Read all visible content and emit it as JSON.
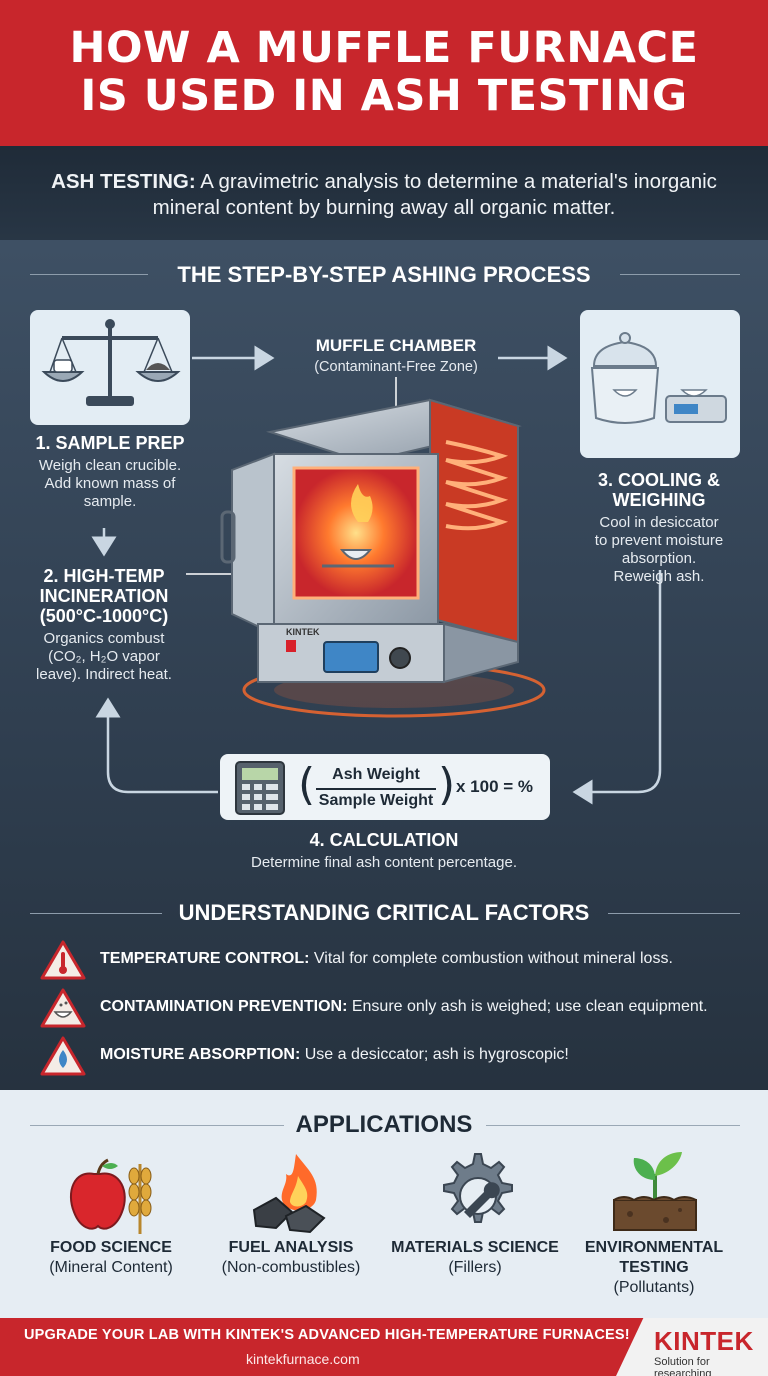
{
  "header": {
    "title_line1": "HOW A MUFFLE FURNACE",
    "title_line2": "IS USED IN ASH TESTING"
  },
  "definition": {
    "term": "ASH TESTING:",
    "text": " A gravimetric analysis to determine a material's inorganic mineral content by burning away all organic matter."
  },
  "process": {
    "title": "THE STEP-BY-STEP ASHING PROCESS",
    "chamber_label": "MUFFLE CHAMBER",
    "chamber_sub": "(Contaminant-Free Zone)",
    "furnace_brand": "KINTEK",
    "steps": [
      {
        "title": "1. SAMPLE PREP",
        "desc_lines": [
          "Weigh clean crucible.",
          "Add known mass of",
          "sample."
        ]
      },
      {
        "title_lines": [
          "2. HIGH-TEMP",
          "INCINERATION",
          "(500°C-1000°C)"
        ],
        "desc_lines": [
          "Organics combust",
          "(CO₂, H₂O vapor",
          "leave). Indirect heat."
        ]
      },
      {
        "title_lines": [
          "3. COOLING &",
          "WEIGHING"
        ],
        "desc_lines": [
          "Cool in desiccator",
          "to prevent moisture",
          "absorption.",
          "Reweigh ash."
        ]
      },
      {
        "title": "4. CALCULATION",
        "desc": "Determine final ash content percentage."
      }
    ],
    "formula": {
      "numerator": "Ash Weight",
      "denominator": "Sample Weight",
      "suffix": "x 100 = %"
    }
  },
  "factors": {
    "title": "UNDERSTANDING CRITICAL FACTORS",
    "items": [
      {
        "label": "TEMPERATURE CONTROL:",
        "text": " Vital for complete combustion without mineral loss.",
        "icon": "thermometer-warning-icon"
      },
      {
        "label": "CONTAMINATION PREVENTION:",
        "text": " Ensure only ash is weighed; use clean equipment.",
        "icon": "crucible-warning-icon"
      },
      {
        "label": "MOISTURE ABSORPTION:",
        "text": " Use a desiccator; ash is hygroscopic!",
        "icon": "droplet-warning-icon"
      }
    ]
  },
  "applications": {
    "title": "APPLICATIONS",
    "items": [
      {
        "title": "FOOD SCIENCE",
        "sub": "(Mineral Content)",
        "icon": "apple-wheat-icon"
      },
      {
        "title": "FUEL ANALYSIS",
        "sub": "(Non-combustibles)",
        "icon": "coal-fire-icon"
      },
      {
        "title": "MATERIALS SCIENCE",
        "sub": "(Fillers)",
        "icon": "gear-wrench-icon"
      },
      {
        "title_lines": [
          "ENVIRONMENTAL",
          "TESTING"
        ],
        "sub": "(Pollutants)",
        "icon": "soil-sprout-icon"
      }
    ]
  },
  "footer": {
    "cta": "UPGRADE YOUR LAB WITH KINTEK'S ADVANCED HIGH-TEMPERATURE FURNACES!",
    "url": "kintekfurnace.com",
    "logo": "KINTEK",
    "tagline": "Solution for researching"
  },
  "colors": {
    "brand_red": "#c8262c",
    "panel_dark": "#2f3e4f",
    "light_panel": "#e6edf3",
    "glow_orange": "#ff6a2a"
  }
}
